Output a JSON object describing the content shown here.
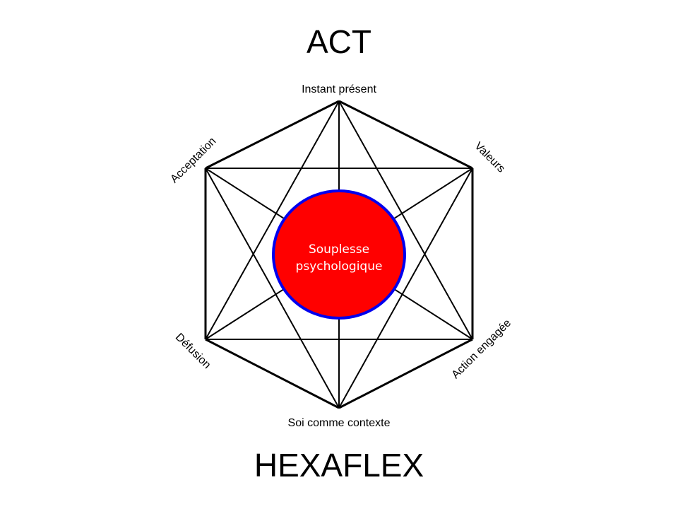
{
  "title": "ACT",
  "subtitle": "HEXAFLEX",
  "center": {
    "line1": "Souplesse",
    "line2": "psychologique",
    "fill": "#ff0000",
    "stroke": "#0000ee"
  },
  "vertices": {
    "top": "Instant présent",
    "upper_right": "Valeurs",
    "lower_right": "Action engagée",
    "bottom": "Soi comme contexte",
    "lower_left": "Défusion",
    "upper_left": "Acceptation"
  }
}
